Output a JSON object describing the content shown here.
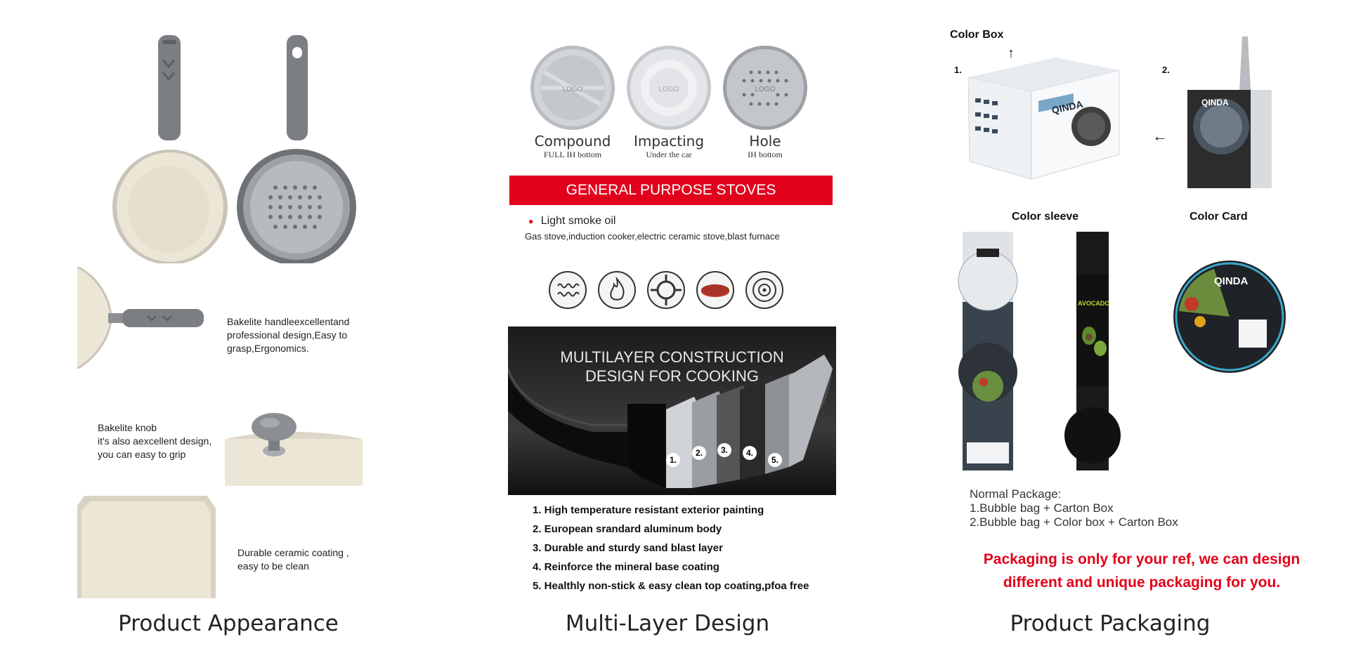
{
  "sections": {
    "appearance": {
      "caption": "Product Appearance",
      "notes": {
        "handle": [
          "Bakelite handleexcellentand",
          "professional design,Easy to",
          "grasp,Ergonomics."
        ],
        "knob": [
          "Bakelite knob",
          "it's also aexcellent design,",
          "you can easy to grip"
        ],
        "coating": [
          "Durable ceramic coating ,",
          "easy to be clean"
        ]
      }
    },
    "multilayer": {
      "caption": "Multi-Layer Design",
      "bottoms": [
        {
          "title": "Compound",
          "sub": "FULL IH bottom",
          "logo": "LOGO"
        },
        {
          "title": "Impacting",
          "sub": "Under the car",
          "logo": "LOGO"
        },
        {
          "title": "Hole",
          "sub": "IH bottom",
          "logo": "LOGO"
        }
      ],
      "banner": "GENERAL PURPOSE STOVES",
      "bullet": "Light smoke oil",
      "stoves": "Gas stove,induction cooker,electric ceramic stove,blast furnace",
      "stove_icons": [
        "coil-stove-icon",
        "flame-icon",
        "gas-burner-icon",
        "ceramic-plate-icon",
        "induction-icon"
      ],
      "layer_title": [
        "MULTILAYER CONSTRUCTION",
        "DESIGN FOR COOKING"
      ],
      "layer_numbers": [
        "1.",
        "2.",
        "3.",
        "4.",
        "5."
      ],
      "layers": [
        "1. High temperature resistant exterior painting",
        "2. European srandard aluminum body",
        "3. Durable and sturdy sand blast layer",
        "4. Reinforce the mineral base coating",
        "5. Healthly non-stick & easy clean top coating,pfoa free"
      ]
    },
    "packaging": {
      "caption": "Product Packaging",
      "color_box": "Color Box",
      "num1": "1.",
      "num2": "2.",
      "color_sleeve": "Color sleeve",
      "color_card": "Color Card",
      "brand": "QINDA",
      "normal_title": "Normal Package:",
      "normal_lines": [
        "1.Bubble bag + Carton Box",
        "2.Bubble bag + Color box + Carton Box"
      ],
      "red_note": [
        "Packaging is only for your ref, we can design",
        "different and unique packaging for you."
      ]
    }
  },
  "colors": {
    "red": "#e3001b",
    "cream": "#ece6d6",
    "grey_handle": "#7b7e83",
    "dark": "#1c1c1c"
  }
}
